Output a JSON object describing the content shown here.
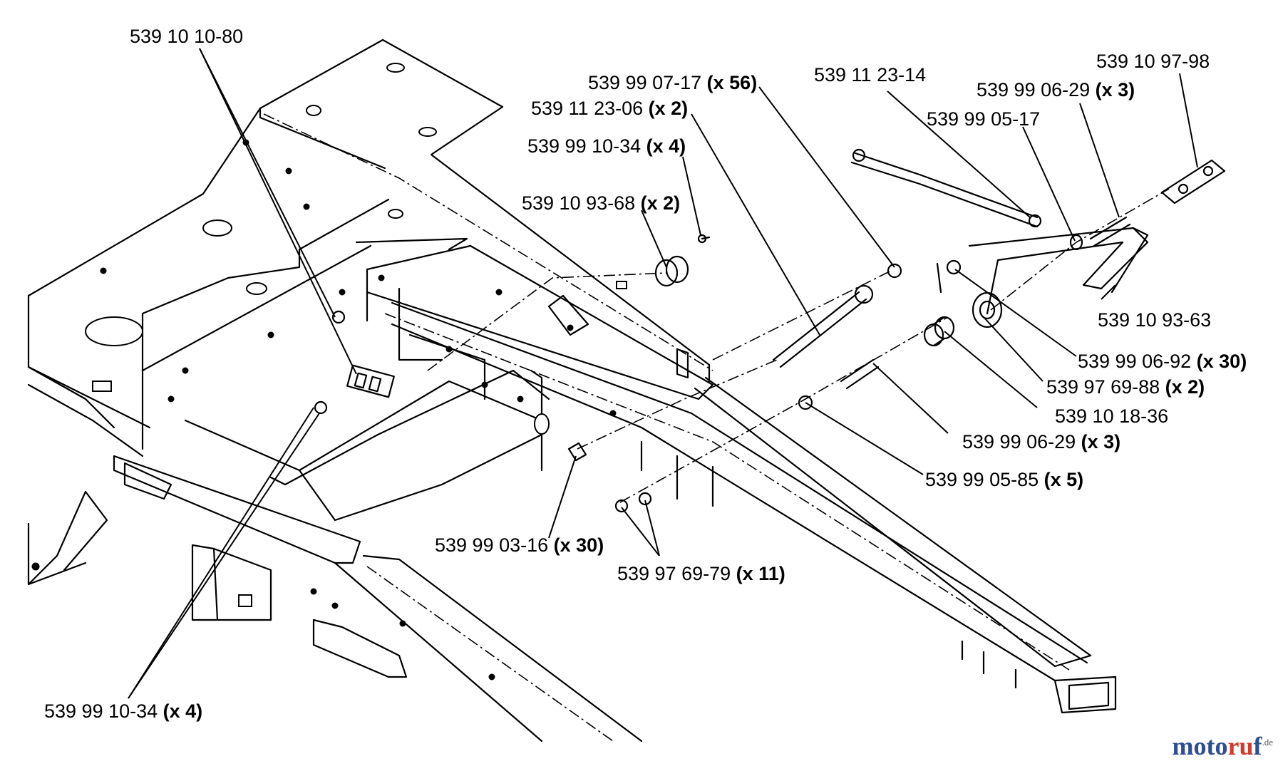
{
  "callouts": [
    {
      "part": "539 10 10-80",
      "qty": ""
    },
    {
      "part": "539 99 07-17",
      "qty": "(x 56)"
    },
    {
      "part": "539 11 23-06",
      "qty": "(x 2)"
    },
    {
      "part": "539 99 10-34",
      "qty": "(x 4)"
    },
    {
      "part": "539 10 93-68",
      "qty": "(x 2)"
    },
    {
      "part": "539 11 23-14",
      "qty": ""
    },
    {
      "part": "539 99 06-29",
      "qty": "(x 3)"
    },
    {
      "part": "539 99 05-17",
      "qty": ""
    },
    {
      "part": "539 10 97-98",
      "qty": ""
    },
    {
      "part": "539 10 93-63",
      "qty": ""
    },
    {
      "part": "539 99 06-92",
      "qty": "(x 30)"
    },
    {
      "part": "539 97 69-88",
      "qty": "(x 2)"
    },
    {
      "part": "539 10 18-36",
      "qty": ""
    },
    {
      "part": "539 99 06-29",
      "qty": "(x 3)"
    },
    {
      "part": "539 99 05-85",
      "qty": "(x 5)"
    },
    {
      "part": "539 99 03-16",
      "qty": "(x 30)"
    },
    {
      "part": "539 97 69-79",
      "qty": "(x 11)"
    },
    {
      "part": "539 99 10-34",
      "qty": "(x 4)"
    }
  ],
  "logo": {
    "main_blue": "moto",
    "main_red": "ru",
    "main_blue2": "f",
    "suffix": ".de"
  },
  "colors": {
    "line": "#000000",
    "background": "#ffffff",
    "logo_blue": "#2e4f93",
    "logo_red": "#d33a2a"
  }
}
